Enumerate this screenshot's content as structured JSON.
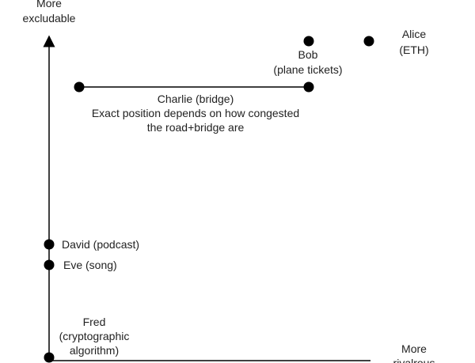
{
  "axes": {
    "y_label": [
      "More",
      "excludable"
    ],
    "x_label": [
      "More",
      "rivalrous"
    ]
  },
  "points": {
    "alice": [
      "Alice",
      "(ETH)"
    ],
    "bob": [
      "Bob",
      "(plane tickets)"
    ],
    "charlie": [
      "Charlie (bridge)",
      "Exact position depends on how congested",
      "the road+bridge are"
    ],
    "david": "David (podcast)",
    "eve": "Eve (song)",
    "fred": [
      "Fred",
      "(cryptographic",
      "algorithm)"
    ]
  }
}
